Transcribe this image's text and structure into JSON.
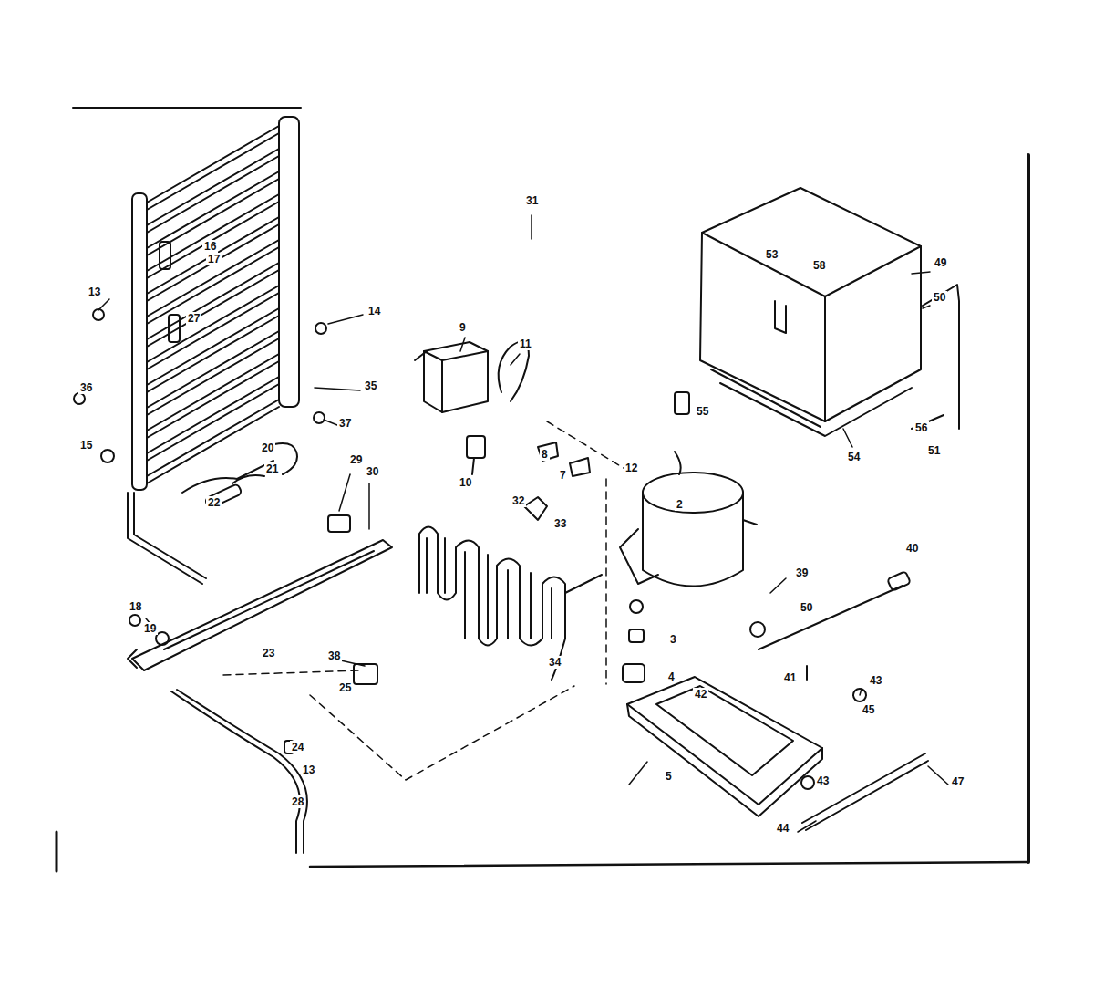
{
  "diagram": {
    "labels": [
      "31",
      "16",
      "17",
      "13",
      "14",
      "27",
      "35",
      "36",
      "15",
      "37",
      "20",
      "21",
      "22",
      "29",
      "30",
      "18",
      "19",
      "23",
      "38",
      "25",
      "24",
      "13",
      "28",
      "9",
      "11",
      "10",
      "8",
      "7",
      "12",
      "2",
      "32",
      "33",
      "34",
      "3",
      "4",
      "5",
      "42",
      "39",
      "40",
      "50",
      "41",
      "43",
      "45",
      "43",
      "44",
      "47",
      "53",
      "58",
      "49",
      "50",
      "56",
      "51",
      "55",
      "54"
    ]
  }
}
